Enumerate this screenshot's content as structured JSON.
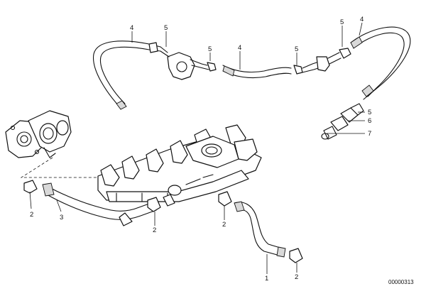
{
  "callouts": {
    "hose_main": "1",
    "clamp": "2",
    "hose_front": "3",
    "hose_top": "4",
    "clip": "5",
    "sensor_washer": "6",
    "seal_ring": "7"
  },
  "document_number": "00000313"
}
